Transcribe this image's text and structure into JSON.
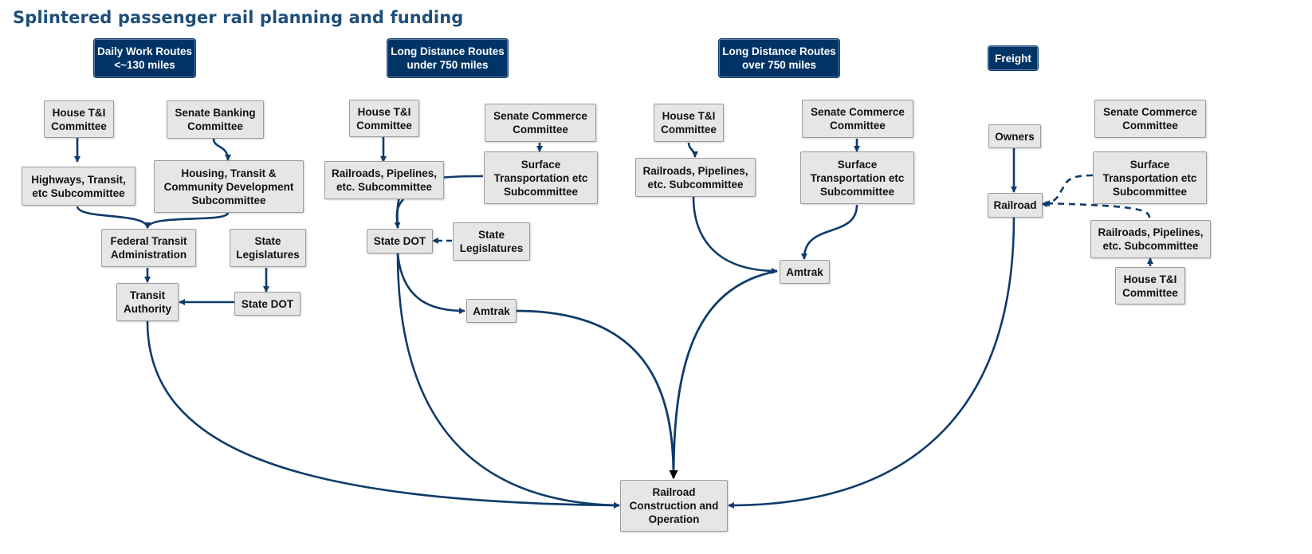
{
  "title": "Splintered passenger rail planning and funding",
  "colors": {
    "header_fill": "#003466",
    "node_fill": "#e6e6e6",
    "edge": "#0e3b6b",
    "title": "#1f4e79"
  },
  "headers": {
    "daily": "Daily Work Routes\n<~130 miles",
    "under750": "Long Distance Routes\nunder 750 miles",
    "over750": "Long Distance Routes\nover 750 miles",
    "freight": "Freight"
  },
  "nodes": {
    "c1_house": "House T&I\nCommittee",
    "c1_senate": "Senate Banking\nCommittee",
    "c1_highways": "Highways, Transit,\netc Subcommittee",
    "c1_housing": "Housing, Transit &\nCommunity Development\nSubcommittee",
    "c1_fta": "Federal   Transit\nAdministration",
    "c1_statelegis": "State\nLegislatures",
    "c1_transit": "Transit\nAuthority",
    "c1_statedot": "State DOT",
    "c2_house": "House T&I\nCommittee",
    "c2_senate": "Senate Commerce\nCommittee",
    "c2_railroads": "Railroads, Pipelines,\netc. Subcommittee",
    "c2_surface": "Surface\nTransportation etc\nSubcommittee",
    "c2_statedot": "State DOT",
    "c2_statelegis": "State\nLegislatures",
    "c2_amtrak": "Amtrak",
    "c3_house": "House T&I\nCommittee",
    "c3_senate": "Senate Commerce\nCommittee",
    "c3_railroads": "Railroads, Pipelines,\netc. Subcommittee",
    "c3_surface": "Surface\nTransportation etc\nSubcommittee",
    "c3_amtrak": "Amtrak",
    "c4_owners": "Owners",
    "c4_senate": "Senate Commerce\nCommittee",
    "c4_surface": "Surface\nTransportation etc\nSubcommittee",
    "c4_railroad": "Railroad",
    "c4_railroads": "Railroads, Pipelines,\netc. Subcommittee",
    "c4_house": "House T&I\nCommittee",
    "final": "Railroad\nConstruction and\nOperation"
  }
}
